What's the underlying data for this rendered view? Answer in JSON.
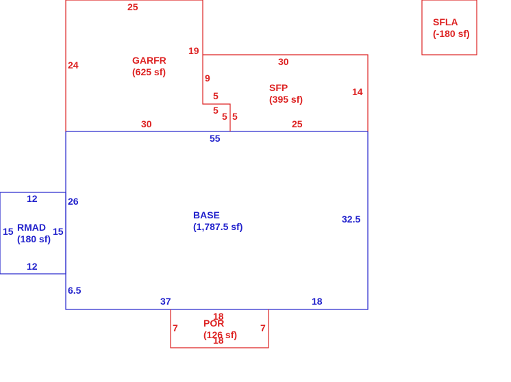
{
  "colors": {
    "upper": "#dd2222",
    "lower": "#2222cc",
    "background": "#ffffff"
  },
  "areas": {
    "base": {
      "code": "BASE",
      "area": "(1,787.5 sf)"
    },
    "garfr": {
      "code": "GARFR",
      "area": "(625 sf)"
    },
    "sfp": {
      "code": "SFP",
      "area": "(395 sf)"
    },
    "rmad": {
      "code": "RMAD",
      "area": "(180 sf)"
    },
    "por": {
      "code": "POR",
      "area": "(126 sf)"
    },
    "sfla": {
      "code": "SFLA",
      "area": "(-180 sf)"
    }
  },
  "dims": {
    "base": {
      "top": "55",
      "right": "32.5",
      "bottom_left": "37",
      "bottom_right": "18",
      "left_upper": "26",
      "left_lower": "6.5"
    },
    "garfr": {
      "top": "25",
      "left": "24",
      "right_upper": "19",
      "right_mid": "9",
      "step_a": "5",
      "step_b": "5",
      "step_c": "5",
      "step_d": "5",
      "bottom": "30"
    },
    "sfp": {
      "top": "30",
      "right": "14",
      "bottom": "25"
    },
    "rmad": {
      "top": "12",
      "bottom": "12",
      "left": "15",
      "right": "15"
    },
    "por": {
      "top": "18",
      "bottom": "18",
      "left": "7",
      "right": "7"
    }
  }
}
